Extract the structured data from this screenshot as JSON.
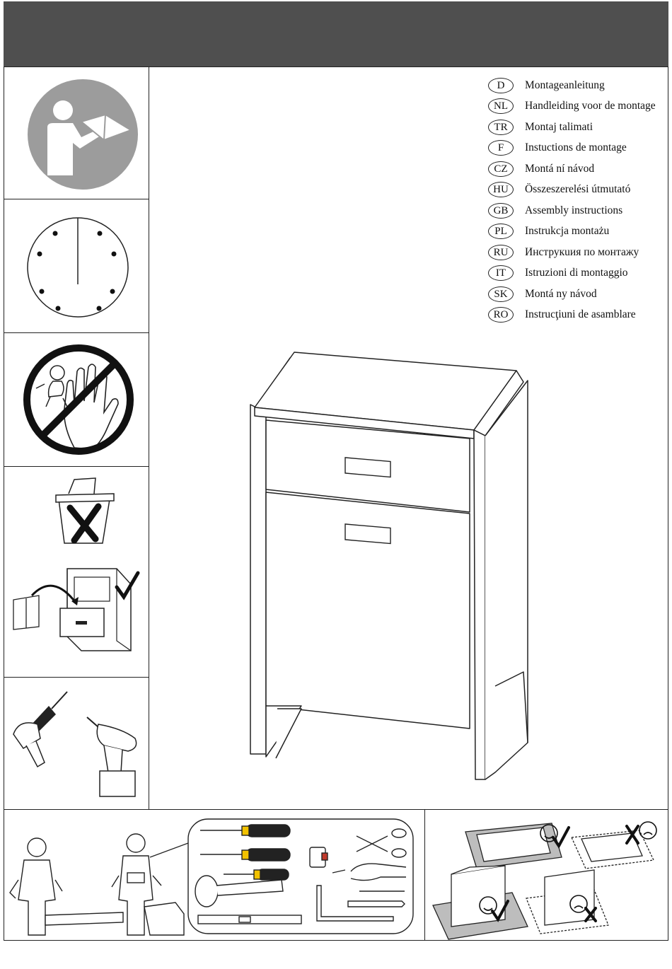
{
  "languages": [
    {
      "code": "D",
      "label": "Montageanleitung"
    },
    {
      "code": "NL",
      "label": "Handleiding voor de montage"
    },
    {
      "code": "TR",
      "label": "Montaj  talimati"
    },
    {
      "code": "F",
      "label": "Instuctions de montage"
    },
    {
      "code": "CZ",
      "label": "Montá  ní návod"
    },
    {
      "code": "HU",
      "label": "Összeszerelési útmutató"
    },
    {
      "code": "GB",
      "label": "Assembly instructions"
    },
    {
      "code": "PL",
      "label": "Instrukcja montażu"
    },
    {
      "code": "RU",
      "label": "Инструкuия по монтажу"
    },
    {
      "code": "IT",
      "label": "Istruzioni di montaggio"
    },
    {
      "code": "SK",
      "label": "Montá  ny návod"
    },
    {
      "code": "RO",
      "label": "Instrucţiuni de asamblare"
    }
  ],
  "icons": {
    "read_manual": "read-manual-icon",
    "time": "clock-icon",
    "no_children": "no-children-icon",
    "keep_instructions": "keep-instructions-icon",
    "power_tools": "power-tools-icon",
    "two_persons_tools": "two-persons-tools-icon",
    "floor_protection": "floor-protection-icon"
  },
  "colors": {
    "header": "#4f4f4f",
    "icon_gray": "#9c9c9c",
    "line": "#222222"
  }
}
